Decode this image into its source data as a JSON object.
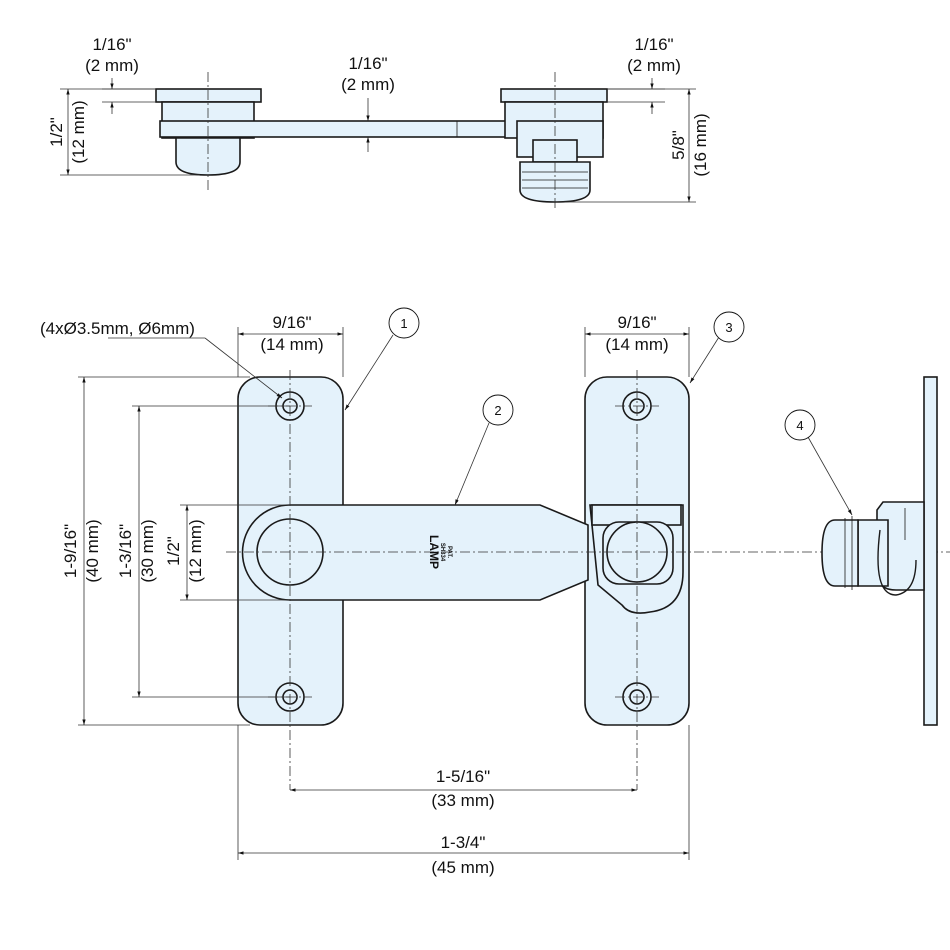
{
  "top_view": {
    "dim_left_flange_in": "1/16\"",
    "dim_left_flange_mm": "(2 mm)",
    "dim_bar_in": "1/16\"",
    "dim_bar_mm": "(2 mm)",
    "dim_right_flange_in": "1/16\"",
    "dim_right_flange_mm": "(2 mm)",
    "dim_left_height_in": "1/2\"",
    "dim_left_height_mm": "(12 mm)",
    "dim_right_height_in": "5/8\"",
    "dim_right_height_mm": "(16 mm)"
  },
  "front_view": {
    "holes_label": "(4xØ3.5mm, Ø6mm)",
    "left_plate_width_in": "9/16\"",
    "left_plate_width_mm": "(14 mm)",
    "right_plate_width_in": "9/16\"",
    "right_plate_width_mm": "(14 mm)",
    "overall_height_in": "1-9/16\"",
    "overall_height_mm": "(40 mm)",
    "hole_spacing_in": "1-3/16\"",
    "hole_spacing_mm": "(30 mm)",
    "bar_width_in": "1/2\"",
    "bar_width_mm": "(12 mm)",
    "center_distance_in": "1-5/16\"",
    "center_distance_mm": "(33 mm)",
    "overall_width_in": "1-3/4\"",
    "overall_width_mm": "(45 mm)",
    "stamp_brand": "LAMP",
    "stamp_model": "SH334",
    "stamp_pat": "PAT."
  },
  "callouts": [
    "1",
    "2",
    "3",
    "4"
  ],
  "colors": {
    "part_fill": "#e4f2fb",
    "line": "#1a1a1a"
  }
}
